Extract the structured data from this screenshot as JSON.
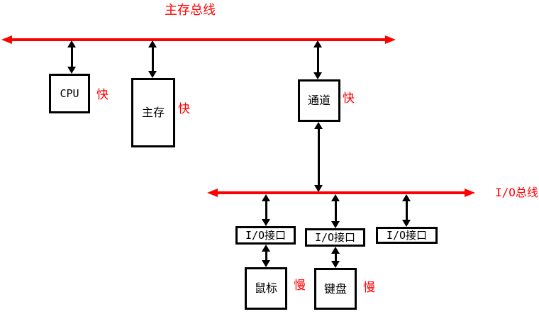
{
  "diagram": {
    "description": "computer bus architecture diagram",
    "colors": {
      "bus": "#ff0000",
      "annotation": "#ff0000",
      "node_border": "#000000",
      "background": "#ffffff"
    }
  },
  "buses": {
    "main_memory_bus": {
      "label": "主存总线"
    },
    "io_bus": {
      "label": "I/O总线"
    }
  },
  "nodes": {
    "cpu": {
      "label": "CPU",
      "speed": "快"
    },
    "main_memory": {
      "label": "主存",
      "speed": "快"
    },
    "channel": {
      "label": "通道",
      "speed": "快"
    },
    "io_interface_1": {
      "label": "I/O接口"
    },
    "io_interface_2": {
      "label": "I/O接口"
    },
    "io_interface_3": {
      "label": "I/O接口"
    },
    "mouse": {
      "label": "鼠标",
      "speed": "慢"
    },
    "keyboard": {
      "label": "键盘",
      "speed": "慢"
    }
  }
}
